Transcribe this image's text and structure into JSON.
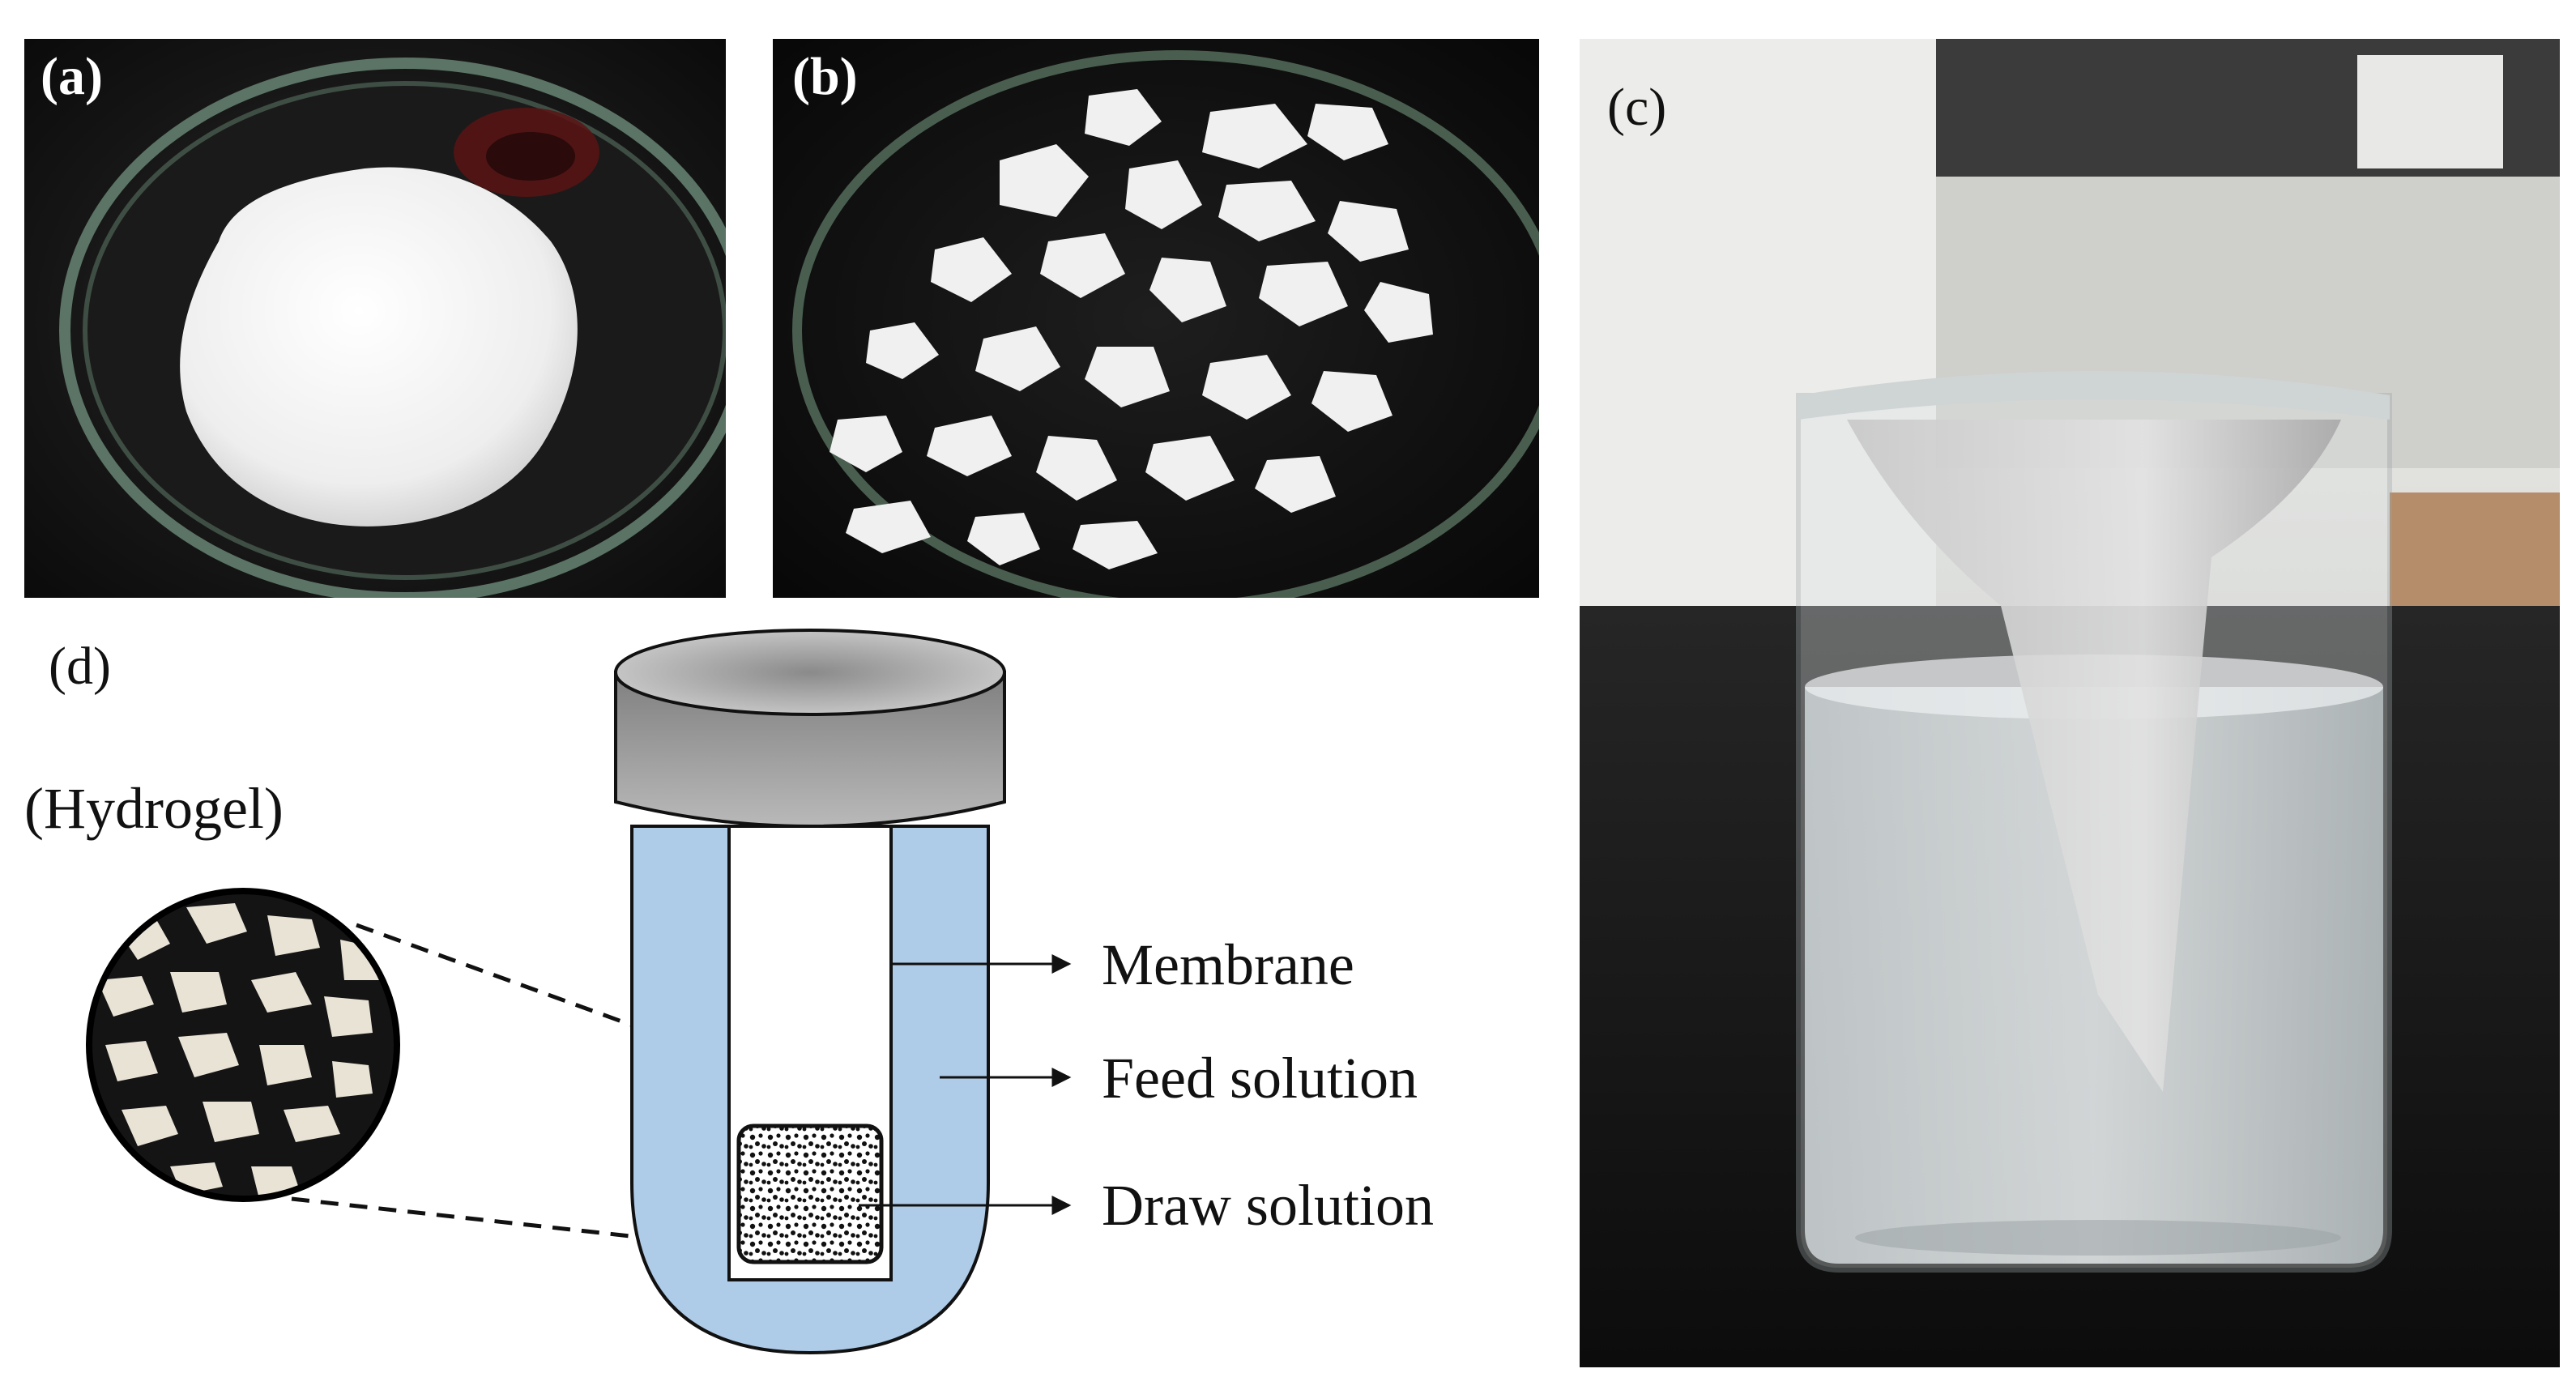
{
  "panels": {
    "a": {
      "label": "(a)"
    },
    "b": {
      "label": "(b)"
    },
    "c": {
      "label": "(c)"
    },
    "d": {
      "label": "(d)"
    }
  },
  "schematic": {
    "hydrogel_label": "(Hydrogel)",
    "callouts": {
      "membrane": "Membrane",
      "feed": "Feed solution",
      "draw": "Draw solution"
    }
  },
  "colors": {
    "feed_solution": "#aecbe8",
    "cap": "#9a9a9a",
    "photo_background": "#151515",
    "hydrogel": "#f2f2f2"
  }
}
